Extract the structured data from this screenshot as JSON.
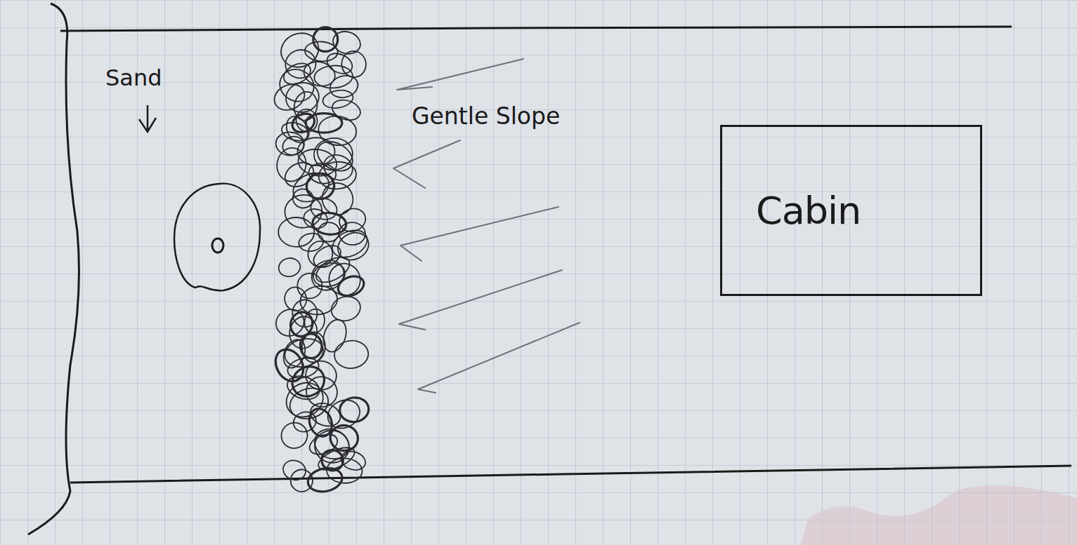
{
  "diagram": {
    "nodes": [
      {
        "text": [
          "Cabin"
        ]
      }
    ],
    "labels": [
      "Sand",
      "Gentle Slope"
    ]
  }
}
